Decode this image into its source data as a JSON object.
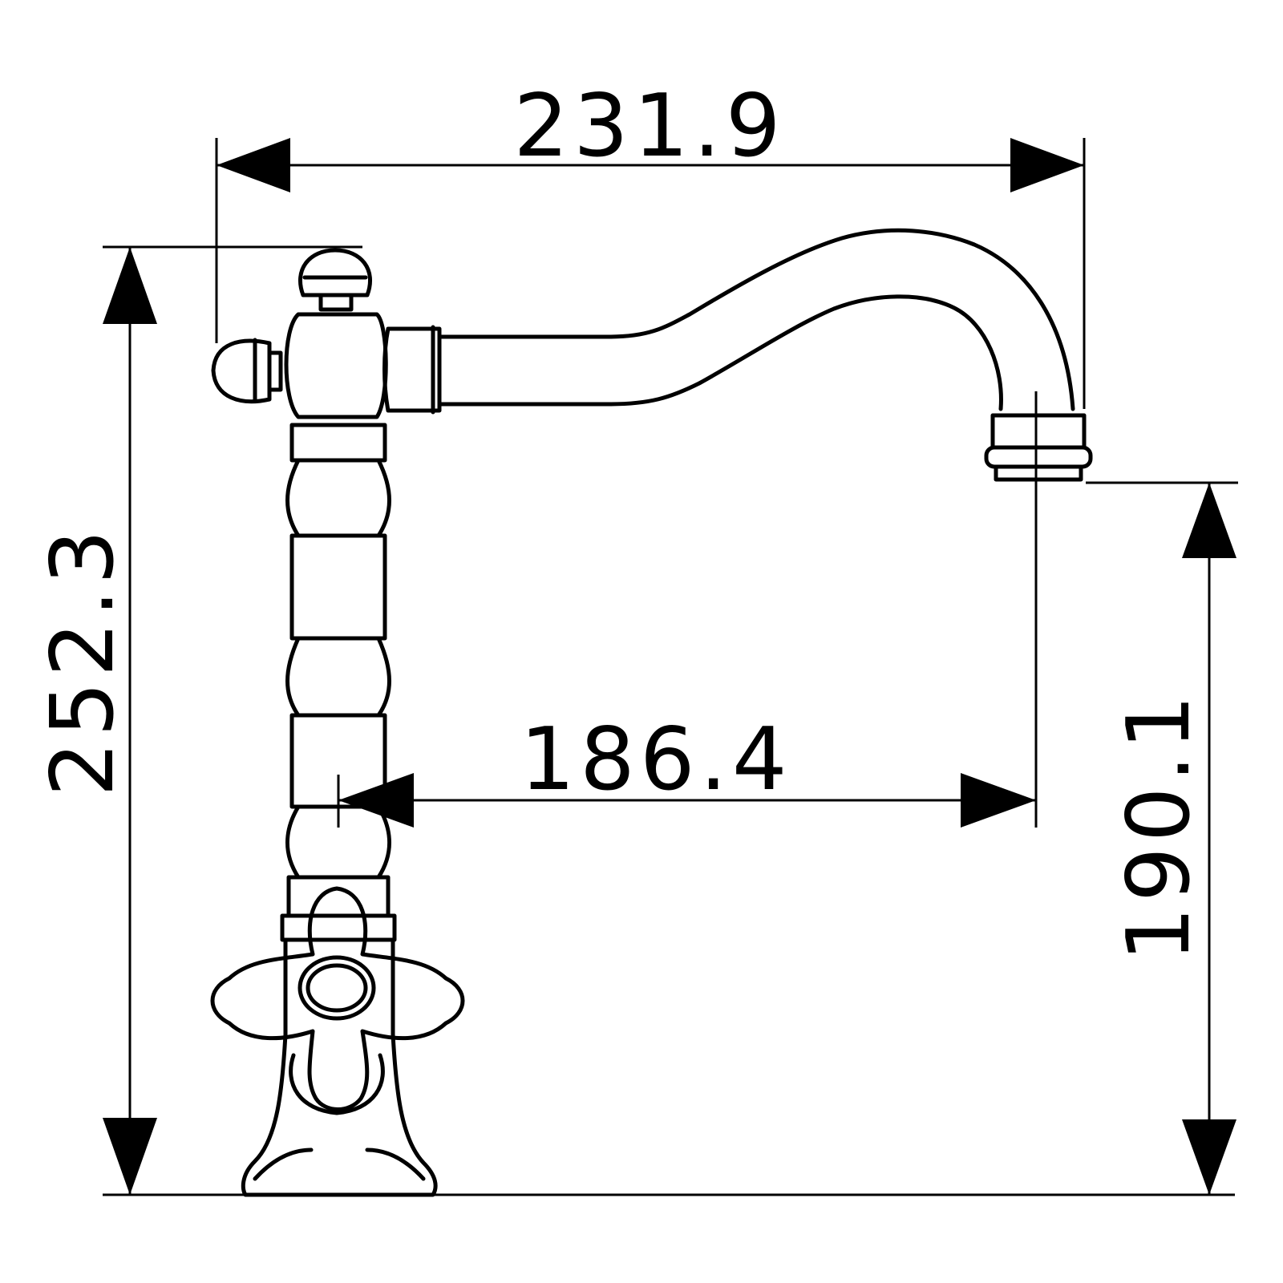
{
  "dimensions": {
    "overall_width": "231.9",
    "overall_height": "252.3",
    "spout_reach": "186.4",
    "spout_height": "190.1"
  }
}
